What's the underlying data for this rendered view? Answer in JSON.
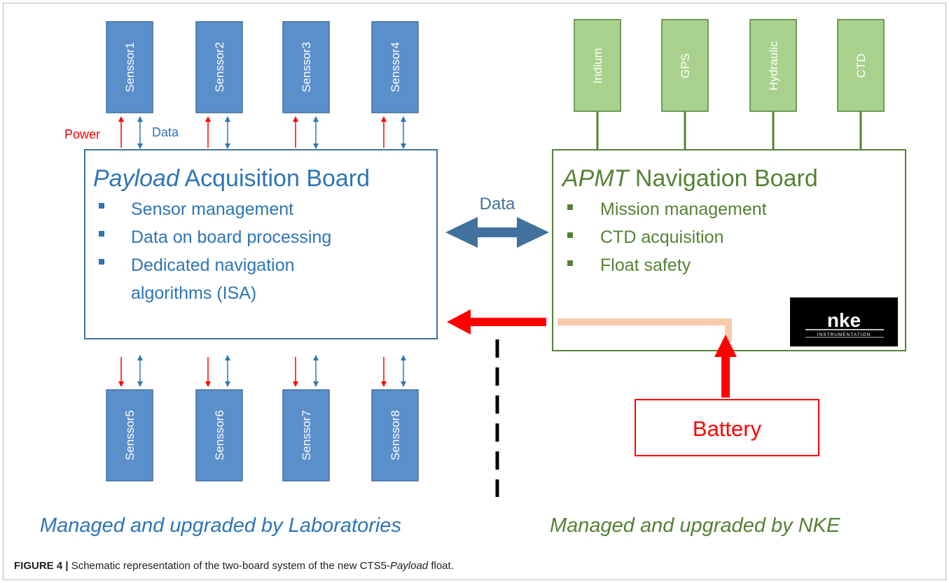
{
  "top_sensors": [
    "Senssor1",
    "Senssor2",
    "Senssor3",
    "Senssor4"
  ],
  "bottom_sensors": [
    "Senssor5",
    "Senssor6",
    "Senssor7",
    "Senssor8"
  ],
  "nav_modules": [
    "Iridium",
    "GPS",
    "Hydraulic",
    "CTD"
  ],
  "labels": {
    "power": "Power",
    "data_small": "Data",
    "data_link": "Data"
  },
  "payload_board": {
    "title_em": "Payload",
    "title_rest": " Acquisition Board",
    "bullets": [
      "Sensor management",
      "Data on board processing",
      "Dedicated navigation",
      "algorithms (ISA)"
    ]
  },
  "nav_board": {
    "title_em": "APMT",
    "title_rest": " Navigation Board",
    "bullets": [
      "Mission management",
      "CTD acquisition",
      "Float safety"
    ]
  },
  "logo": {
    "text": "nke",
    "subtext": "INSTRUMENTATION"
  },
  "battery": "Battery",
  "footer": {
    "left": "Managed and upgraded by Laboratories",
    "right": "Managed and upgraded by NKE"
  },
  "caption": {
    "label": "FIGURE 4 |",
    "text_before": " Schematic representation of the two-board system of the new CTS5-",
    "text_em": "Payload",
    "text_after": " float."
  },
  "colors": {
    "blue_fill": "#5b8fcb",
    "blue_stroke": "#41719c",
    "blue_text": "#2e75b6",
    "green_fill": "#a9d18e",
    "green_stroke": "#548235",
    "green_text": "#548235",
    "red": "#ff0000",
    "peach": "#f8cbad",
    "link_arrow": "#41719c"
  }
}
